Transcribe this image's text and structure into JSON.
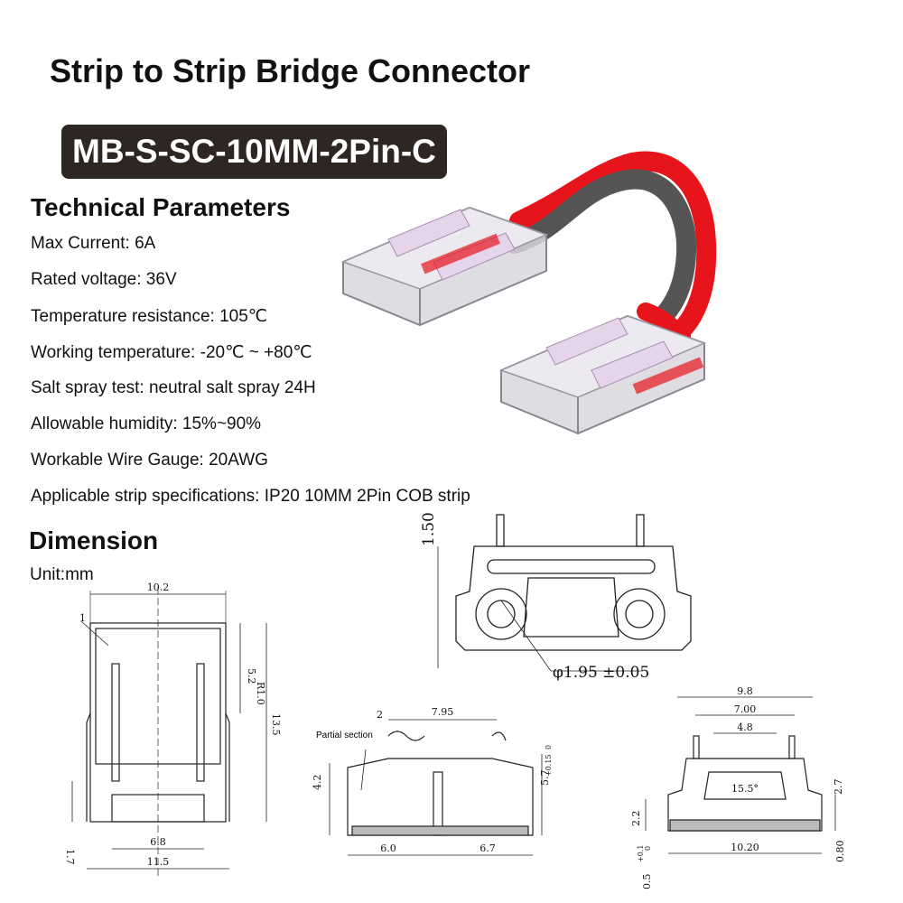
{
  "title": "Strip to Strip Bridge Connector",
  "model": "MB-S-SC-10MM-2Pin-C",
  "technical": {
    "heading": "Technical Parameters",
    "params": [
      "Max Current: 6A",
      "Rated voltage: 36V",
      "Temperature resistance: 105℃",
      "Working temperature: -20℃ ~ +80℃",
      "Salt spray test: neutral salt spray 24H",
      "Allowable humidity: 15%~90%",
      "Workable Wire Gauge: 20AWG",
      "Applicable strip specifications: IP20 10MM 2Pin COB strip"
    ]
  },
  "dimension": {
    "heading": "Dimension",
    "unit": "Unit:mm",
    "top_view": {
      "width": "10.2",
      "r": "R1.0",
      "d52": "5.2",
      "length": "13.5",
      "d17": "1.7",
      "d68": "6.8",
      "d115": "11.5",
      "label1": "1"
    },
    "front_view": {
      "height": "1.50",
      "hole": "φ1.95 ±0.05"
    },
    "side_view": {
      "label2": "2",
      "partial": "Partial section",
      "d795": "7.95",
      "d42": "4.2",
      "d57": "5.7",
      "tol_plus": "+0.15",
      "tol_zero": "0",
      "d60": "6.0",
      "d67": "6.7"
    },
    "end_view": {
      "d98": "9.8",
      "d700": "7.00",
      "d48": "4.8",
      "angle": "15.5°",
      "d27": "2.7",
      "d22": "2.2",
      "d1020": "10.20",
      "d080": "0.80",
      "d05": "0.5",
      "tol_plus": "+0.1",
      "tol_zero": "0"
    }
  },
  "colors": {
    "badge": "#2e2622",
    "wire_red": "#e8141c",
    "wire_black": "#555555"
  }
}
